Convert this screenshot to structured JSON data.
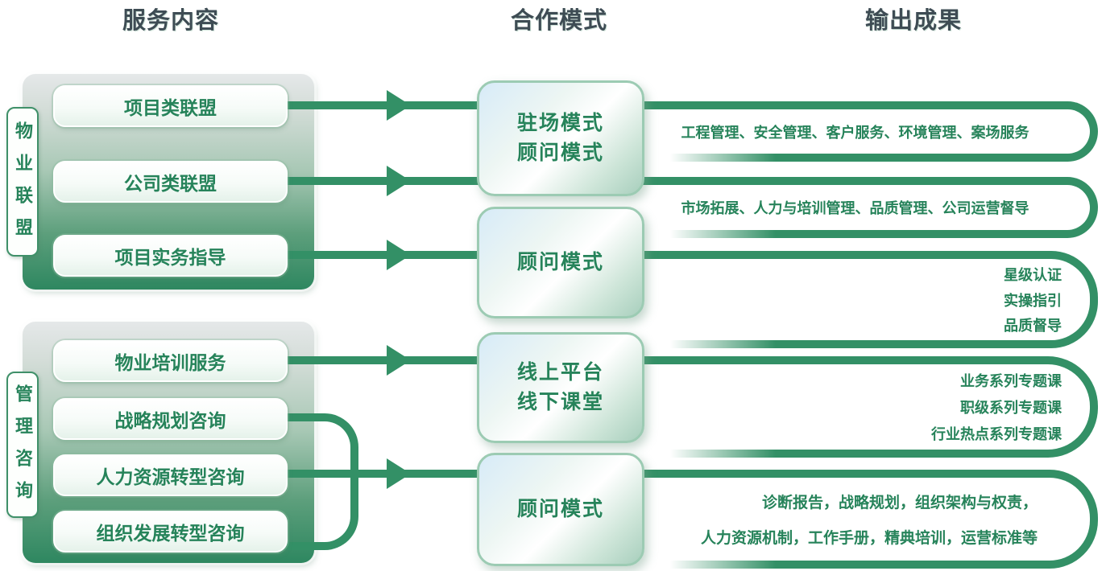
{
  "headers": {
    "service": "服务内容",
    "mode": "合作模式",
    "output": "输出成果"
  },
  "groups": [
    {
      "label": "物业联盟",
      "items": [
        "项目类联盟",
        "公司类联盟",
        "项目实务指导"
      ]
    },
    {
      "label": "管理咨询",
      "items": [
        "物业培训服务",
        "战略规划咨询",
        "人力资源转型咨询",
        "组织发展转型咨询"
      ]
    }
  ],
  "modes": [
    {
      "lines": [
        "驻场模式",
        "顾问模式"
      ]
    },
    {
      "lines": [
        "顾问模式"
      ]
    },
    {
      "lines": [
        "线上平台",
        "线下课堂"
      ]
    },
    {
      "lines": [
        "顾问模式"
      ]
    }
  ],
  "outputs": [
    {
      "lines": [
        "工程管理、安全管理、客户服务、环境管理、案场服务"
      ]
    },
    {
      "lines": [
        "市场拓展、人力与培训管理、品质管理、公司运营督导"
      ]
    },
    {
      "lines": [
        "星级认证",
        "实操指引",
        "品质督导"
      ]
    },
    {
      "lines": [
        "业务系列专题课",
        "职级系列专题课",
        "行业热点系列专题课"
      ]
    },
    {
      "lines": [
        "诊断报告，战略规划，组织架构与权责，",
        "人力资源机制，工作手册，精典培训，运营标准等"
      ]
    }
  ],
  "colors": {
    "header_text": "#3e4c54",
    "accent_green": "#26835a",
    "connector_green": "#339066",
    "box_gradient_top": "#e5e8e9",
    "box_gradient_bottom": "#2e8760",
    "mode_border": "#9ccbb3"
  }
}
